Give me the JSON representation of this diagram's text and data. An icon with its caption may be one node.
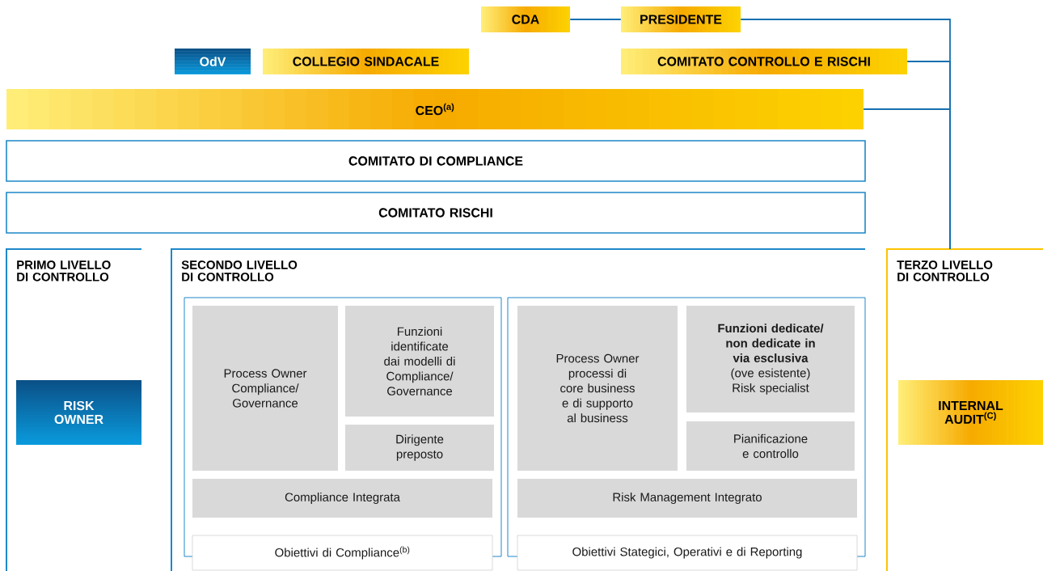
{
  "diagram": {
    "nodes": [
      {
        "text": [
          "CDA"
        ]
      },
      {
        "text": [
          "PRESIDENTE"
        ]
      },
      {
        "text": [
          "OdV"
        ]
      },
      {
        "text": [
          "COLLEGIO SINDACALE"
        ]
      },
      {
        "text": [
          "COMITATO CONTROLLO E RISCHI"
        ]
      },
      {
        "text": [
          "CEO$^{(a)}$"
        ]
      },
      {
        "text": [
          "COMITATO DI COMPLIANCE"
        ]
      },
      {
        "text": [
          "COMITATO RISCHI"
        ]
      },
      {
        "text": [
          "PRIMO LIVELLO DI CONTROLLO"
        ]
      },
      {
        "text": [
          "RISK OWNER"
        ],
        "in": 8
      },
      {
        "text": [
          "SECONDO LIVELLO DI CONTROLLO"
        ]
      },
      {
        "text": [],
        "shape": "box",
        "in": 10
      },
      {
        "text": [
          "Process Owner Compliance/ Governance"
        ],
        "in": 11
      },
      {
        "text": [
          "Funzioni identificate dai modelli di Compliance/ Governance"
        ],
        "in": 11
      },
      {
        "text": [
          "Dirigente preposto"
        ],
        "in": 11
      },
      {
        "text": [
          "Compliance Integrata"
        ],
        "in": 11
      },
      {
        "text": [
          "Obiettivi di Compliance$^{(b)}$"
        ],
        "in": 10
      },
      {
        "text": [],
        "shape": "box",
        "in": 10
      },
      {
        "text": [
          "Process Owner processi di core business e di supporto al business"
        ],
        "in": 17
      },
      {
        "text": [
          "Funzioni dedicate/ non dedicate in via esclusiva",
          "(ove esistente) Risk specialist"
        ],
        "in": 17
      },
      {
        "text": [
          "Pianificazione e controllo"
        ],
        "in": 17
      },
      {
        "text": [
          "Risk Management Integrato"
        ],
        "in": 17
      },
      {
        "text": [
          "Obiettivi Stategici, Operativi e di Reporting"
        ],
        "in": 10
      },
      {
        "text": [
          "TERZO LIVELLO DI CONTROLLO"
        ]
      },
      {
        "text": [
          "INTERNAL AUDIT$^{(C)}$"
        ],
        "in": 23
      }
    ],
    "edges": [
      {
        "from": 0,
        "to": 1,
        "arrow": "none"
      },
      {
        "from": 1,
        "to": 23,
        "arrow": "none"
      },
      {
        "from": 4,
        "to": 23,
        "arrow": "none"
      },
      {
        "from": 5,
        "to": 23,
        "arrow": "none"
      }
    ]
  }
}
